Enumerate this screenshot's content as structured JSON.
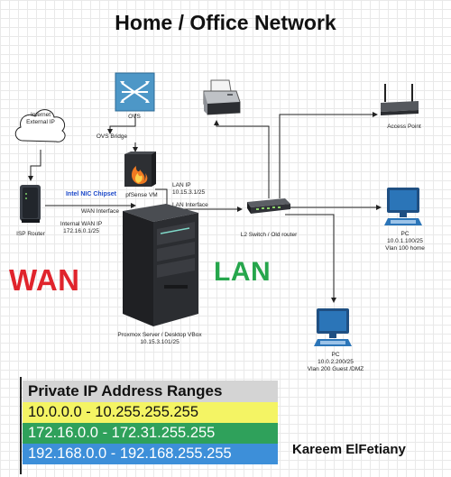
{
  "title": "Home / Office Network",
  "nodes": {
    "internet": "Internet\nExternal IP",
    "ovs": "OVS",
    "ovs_bridge": "OVS Bridge",
    "isp_router": "ISP Router",
    "nic": "Intel NIC Chipset",
    "pfsense": "pfSense VM",
    "wan_iface": "WAN Interface",
    "internal_wan": "Internal WAN IP\n172.16.0.1/25",
    "lan_ip": "LAN IP\n10.15.3.1/25",
    "lan_iface": "LAN Interface",
    "switch": "L2 Switch / Old router",
    "access_point": "Access Point",
    "proxmox": "Proxmox Server / Desktop VBox\n10.15.3.101/25",
    "pc1": "PC\n10.0.1.100/25\nVlan 100 home",
    "pc2": "PC\n10.0.2.200/25\nVlan 200 Guest /DMZ"
  },
  "zones": {
    "wan": "WAN",
    "lan": "LAN"
  },
  "table": {
    "header": "Private IP Address Ranges",
    "rows": [
      "10.0.0.0 - 10.255.255.255",
      "172.16.0.0 - 172.31.255.255",
      "192.168.0.0 - 192.168.255.255"
    ]
  },
  "author": "Kareem ElFetiany",
  "colors": {
    "wan": "#e0242c",
    "lan": "#26a64c",
    "row1": "#f4f464",
    "row2": "#2fa15b",
    "row3": "#3d8fd9",
    "nic": "#1d49c9"
  }
}
